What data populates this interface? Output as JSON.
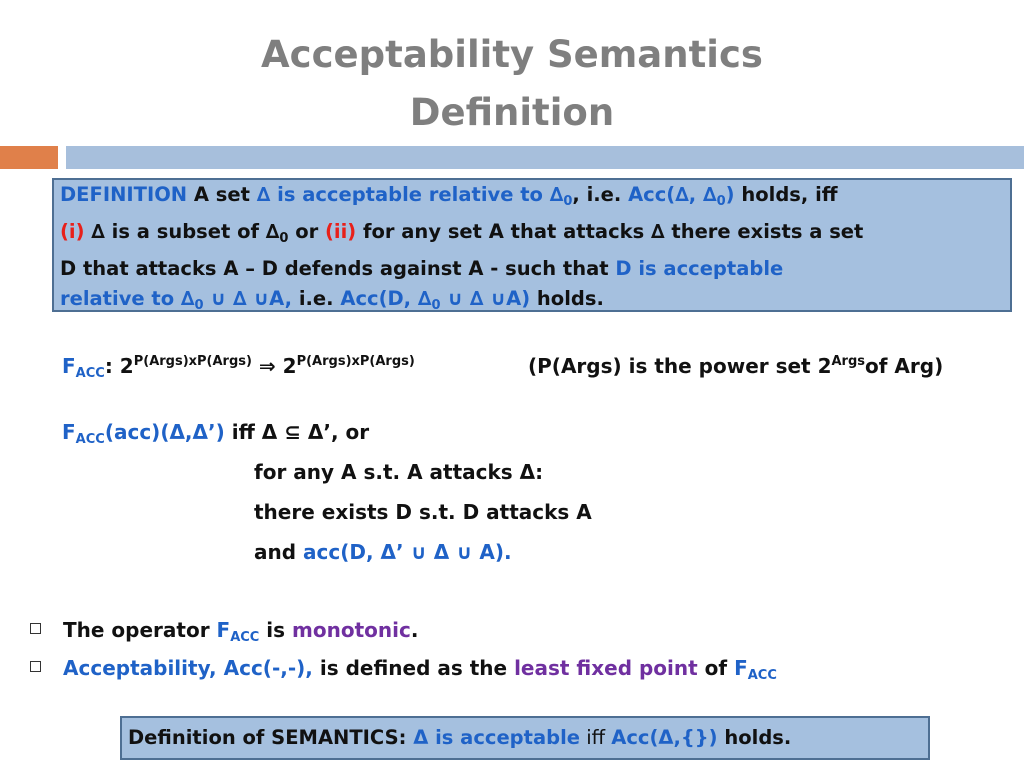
{
  "title": {
    "line1": "Acceptability Semantics",
    "line2": "Definition"
  },
  "definition_box": {
    "keyword": "DEFINITION",
    "text_a": " A set ",
    "delta": "∆",
    "rel": " is acceptable relative to ∆",
    "sub0": "0",
    "ie1": ", i.e. ",
    "acc1": "Acc(∆, ∆",
    "acc1_sub": "0",
    "acc1_close": ")",
    "holds_iff": " holds, iff",
    "i_label": "(i)",
    "i_text": " ∆ is a subset of ∆",
    "i_sub": "0",
    "or": "  or ",
    "ii_label": "(ii)",
    "ii_text": " for any set A that attacks ∆ there exists a set",
    "line3": "D that attacks A – D defends against A - such that ",
    "line3_blue": "D is acceptable",
    "line4_blue_a": "relative to ∆",
    "line4_sub": "0",
    "line4_blue_b": " ∪ ∆ ∪A,",
    "line4_ie": " i.e. ",
    "line4_acc": "Acc(D, ∆",
    "line4_acc_sub": "0",
    "line4_acc_b": " ∪ ∆ ∪A)",
    "line4_holds": " holds."
  },
  "facc_type": {
    "F": "F",
    "sub": "ACC",
    "colon": ": 2",
    "sup1": "P(Args)xP(Args)",
    "arrow": " ⇒ 2",
    "sup2": "P(Args)xP(Args)",
    "note_a": "(P(Args) is the power set 2",
    "note_sup": "Args",
    "note_b": "of Arg)"
  },
  "facc_def": {
    "F": "F",
    "sub": "ACC",
    "args": "(acc)(Δ,Δ’)",
    "iff": " iff Δ ⊆ Δ’, or",
    "line2": "for any A s.t. A attacks Δ:",
    "line3": "there exists D s.t. D attacks A",
    "line4_and": "and ",
    "line4_acc": "acc(D, Δ’ ∪ Δ ∪ A)."
  },
  "bullets": [
    {
      "pre": "The operator ",
      "F": "F",
      "sub": "ACC",
      "mid": " is ",
      "hl": "monotonic",
      "post": "."
    },
    {
      "pre": "Acceptability, Acc(-,-),",
      "mid": " is defined as the ",
      "hl": "least fixed point",
      "post": " of ",
      "F": "F",
      "sub": "ACC"
    }
  ],
  "semantics_box": {
    "label": "Definition of SEMANTICS: ",
    "blue": "Δ is acceptable",
    "iff": " iff ",
    "acc": "Acc(Δ,{})",
    "holds": " holds."
  },
  "colors": {
    "title": "#7f7f7f",
    "box_fill": "#a5c0df",
    "box_border": "#4e6f93",
    "blue_text": "#1f62c7",
    "red_text": "#e8201a",
    "purple_text": "#7030a0",
    "bar_orange": "#e0804a",
    "bar_blue": "#a7bfdc"
  }
}
